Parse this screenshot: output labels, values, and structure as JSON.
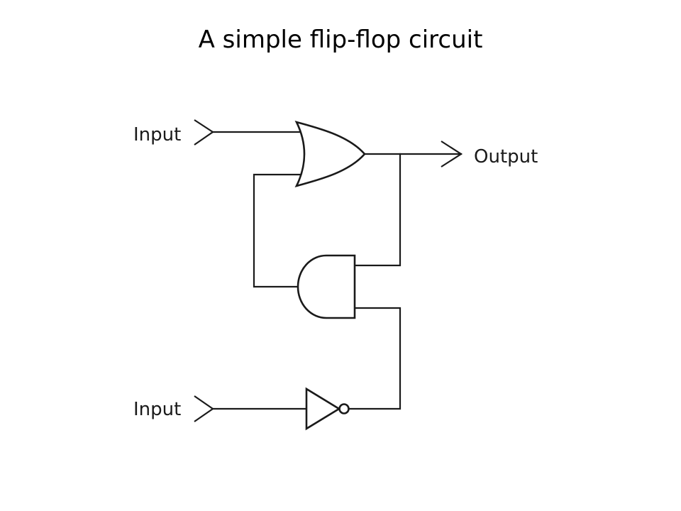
{
  "title": "A simple flip-flop circuit",
  "labels": {
    "input_top": "Input",
    "input_bottom": "Input",
    "output": "Output"
  },
  "gates": [
    "or-gate",
    "and-gate",
    "not-gate"
  ],
  "colors": {
    "stroke": "#1a1a1a",
    "background": "#ffffff"
  }
}
